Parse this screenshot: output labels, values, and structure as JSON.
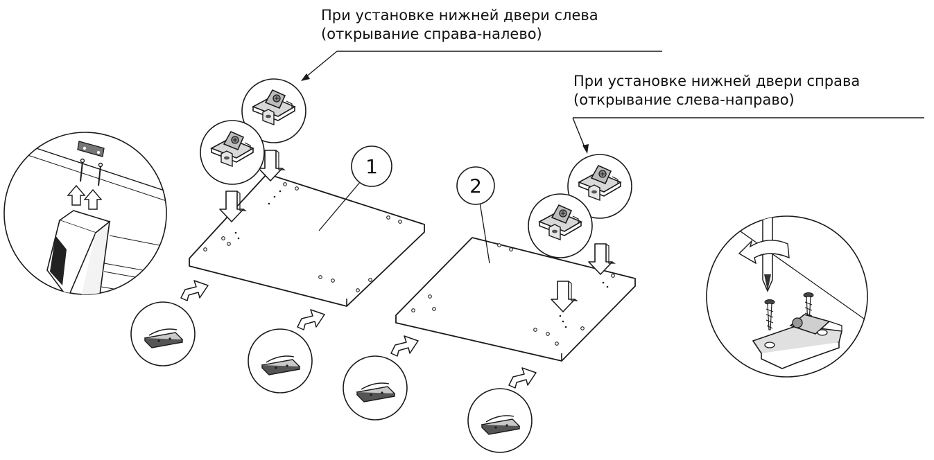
{
  "captions": {
    "left": {
      "line1": "При установке нижней двери слева",
      "line2": "(открывание справа-налево)"
    },
    "right": {
      "line1": "При установке нижней двери справа",
      "line2": "(открывание слева-направо)"
    }
  },
  "callouts": {
    "panel1": "1",
    "panel2": "2"
  },
  "colors": {
    "stroke": "#1a1a1a",
    "fill": "#ffffff",
    "metal": "#9a9a9a",
    "dark": "#333333"
  },
  "icons": {
    "mounting_plate": "hinge-mounting-plate-icon",
    "plinth_bumper": "bumper-pad-icon",
    "screwdriver": "screwdriver-icon",
    "screw": "screw-icon",
    "insertion_arrow": "insert-arrow-icon"
  }
}
